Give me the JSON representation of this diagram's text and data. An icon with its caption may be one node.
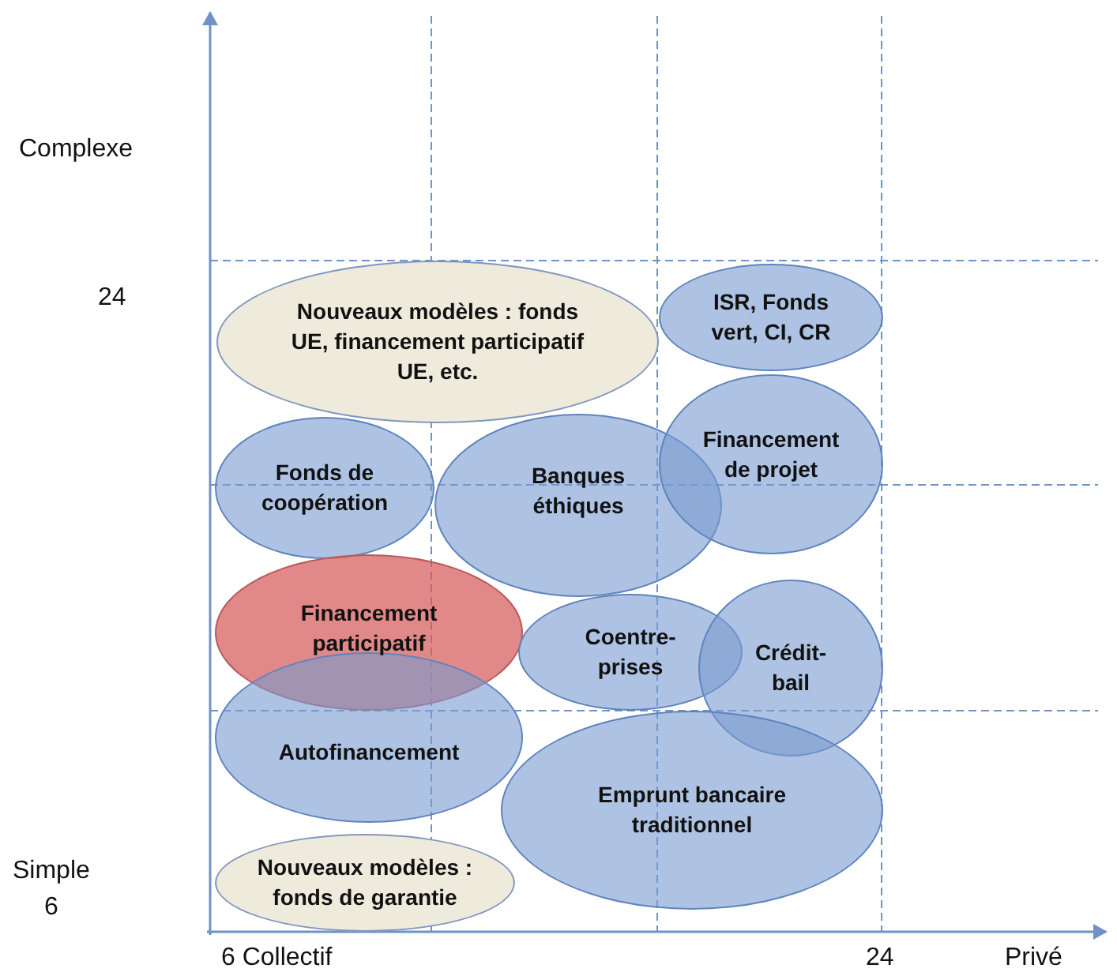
{
  "diagram": {
    "nodes": [
      {
        "text": [
          "Nouveaux modèles : fonds UE, financement participatif UE, etc."
        ]
      },
      {
        "text": [
          "ISR, Fonds vert, CI, CR"
        ]
      },
      {
        "text": [
          "Fonds de coopération"
        ]
      },
      {
        "text": [
          "Banques éthiques"
        ]
      },
      {
        "text": [
          "Financement de projet"
        ]
      },
      {
        "text": [
          "Financement participatif"
        ]
      },
      {
        "text": [
          "Coentre-prises"
        ]
      },
      {
        "text": [
          "Crédit-bail"
        ]
      },
      {
        "text": [
          "Autofinancement"
        ]
      },
      {
        "text": [
          "Emprunt bancaire traditionnel"
        ]
      },
      {
        "text": [
          "Nouveaux modèles : fonds de garantie"
        ]
      }
    ],
    "labels": [
      "Complexe",
      "24",
      "Simple",
      "6",
      "6 Collectif",
      "24",
      "Privé"
    ]
  }
}
